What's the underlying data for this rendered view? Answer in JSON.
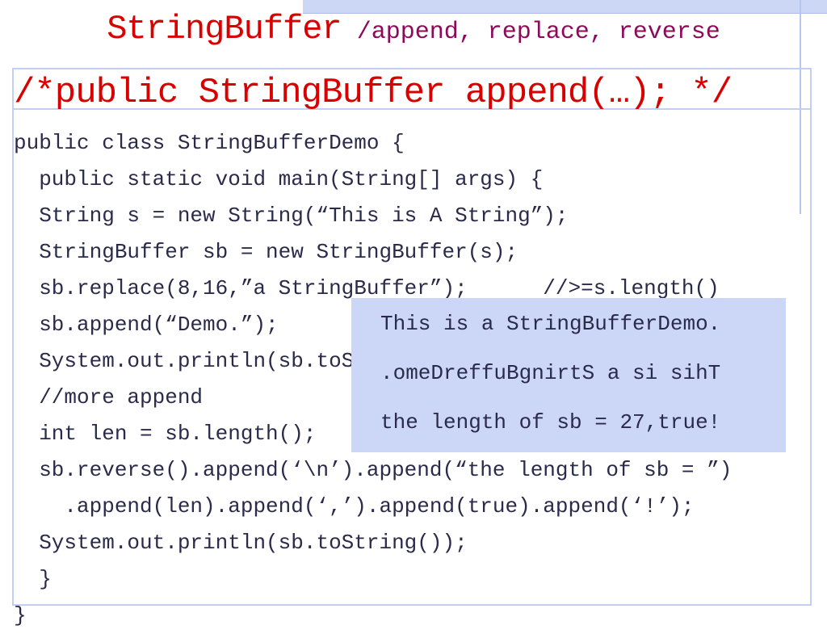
{
  "slide": {
    "title_main": "StringBuffer",
    "title_sub": "/append, replace, reverse",
    "comment": "/*public StringBuffer append(…); */",
    "code_lines": [
      "public class StringBufferDemo {",
      "  public static void main(String[] args) {",
      "  String s = new String(“This is A String”);",
      "  StringBuffer sb = new StringBuffer(s);",
      "  sb.replace(8,16,”a StringBuffer”);      //>=s.length()",
      "  sb.append(“Demo.”);",
      "  System.out.println(sb.toString());",
      "  //more append",
      "  int len = sb.length();",
      "  sb.reverse().append(‘\\n’).append(“the length of sb = ”)",
      "    .append(len).append(‘,’).append(true).append(‘!’);",
      "  System.out.println(sb.toString());",
      "  }",
      "}"
    ],
    "output_lines": [
      "This is a StringBufferDemo.",
      ".omeDreffuBgnirtS a si sihT",
      "the length of sb = 27,true!"
    ]
  }
}
